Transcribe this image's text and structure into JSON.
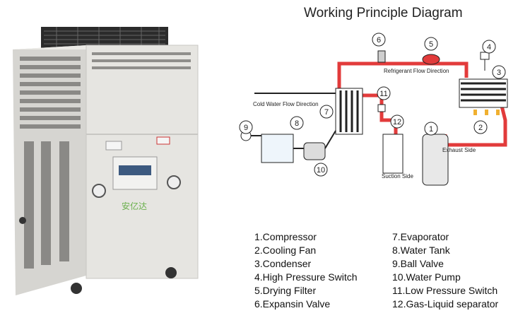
{
  "title": "Working Principle Diagram",
  "panel": {
    "brand_label": "安亿达"
  },
  "labels": {
    "refrigerant_flow": "Refrigerant Flow Direction",
    "cold_water_flow": "Cold Water Flow Direction",
    "exhaust_side": "Exhaust Side",
    "suction_side": "Suction Side"
  },
  "numbers": [
    "1",
    "2",
    "3",
    "4",
    "5",
    "6",
    "7",
    "8",
    "9",
    "10",
    "11",
    "12"
  ],
  "legend_left": [
    "1.Compressor",
    "2.Cooling Fan",
    "3.Condenser",
    "4.High Pressure Switch",
    "5.Drying Filter",
    "6.Expansin Valve"
  ],
  "legend_right": [
    "7.Evaporator",
    "8.Water Tank",
    "9.Ball Valve",
    "10.Water Pump",
    "11.Low Pressure Switch",
    "12.Gas-Liquid separator"
  ],
  "colors": {
    "refrigerant_pipe": "#e23b3b",
    "cabinet": "#e4e3df",
    "logo_green": "#6ab04c"
  }
}
